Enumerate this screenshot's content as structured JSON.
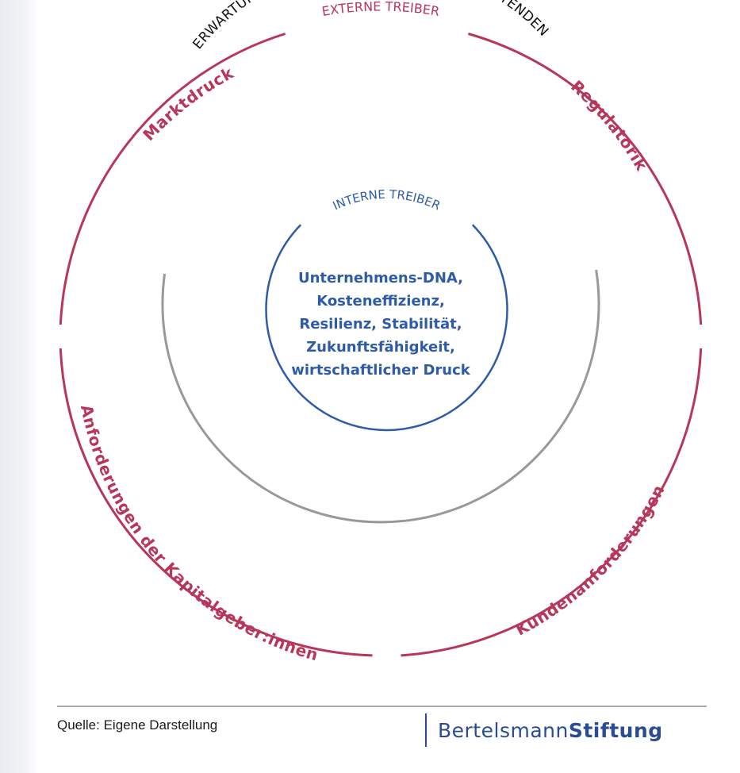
{
  "diagram": {
    "outer": {
      "title": "EXTERNE TREIBER",
      "drivers": {
        "top_left": "Marktdruck",
        "top_right": "Regulatorik",
        "bottom_left": "Anforderungen der Kapitalgeber:innen",
        "bottom_right": "Kundenanforderungen"
      },
      "color": "#b8365a"
    },
    "middle": {
      "label": "ERWARTUNGEN DER (POTENZIELLEN) MITARBEITENDEN",
      "color": "#999999"
    },
    "inner": {
      "title": "INTERNE TREIBER",
      "items": [
        "Unternehmens-DNA,",
        "Kosteneffizienz,",
        "Resilienz, Stabilität,",
        "Zukunftsfähigkeit,",
        "wirtschaftlicher Druck"
      ],
      "color": "#2e5ba8"
    }
  },
  "footer": {
    "source": "Quelle: Eigene Darstellung",
    "brand_regular": "Bertelsmann",
    "brand_bold": "Stiftung",
    "brand_color": "#2a4c94"
  }
}
